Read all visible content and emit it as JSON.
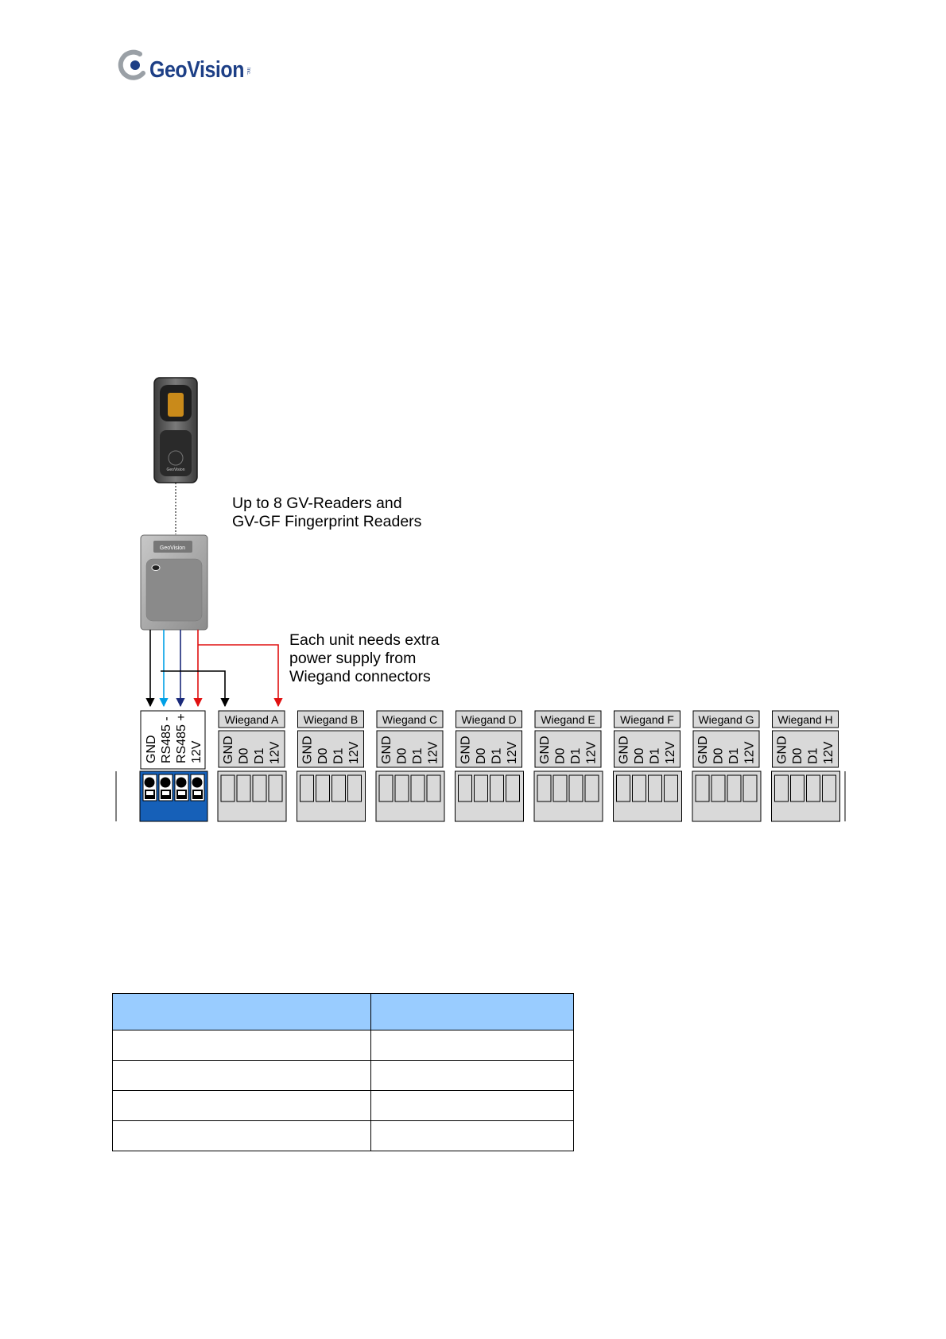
{
  "brand": {
    "logo_text": "GeoVision",
    "logo_suffix": "Inc."
  },
  "diagram": {
    "note_readers": [
      "Up to 8 GV-Readers and",
      "GV-GF Fingerprint Readers"
    ],
    "note_power": [
      "Each unit needs extra",
      "power supply from",
      "Wiegand connectors"
    ],
    "reader_top_label": "GeoVision",
    "reader_mid_label": "GeoVision",
    "rs485_pins": [
      "GND",
      "RS485 -",
      "RS485 +",
      "12V"
    ],
    "wiegand_pins": [
      "GND",
      "D0",
      "D1",
      "12V"
    ],
    "wiegand_ports": [
      "Wiegand A",
      "Wiegand B",
      "Wiegand C",
      "Wiegand D",
      "Wiegand E",
      "Wiegand F",
      "Wiegand G",
      "Wiegand H"
    ],
    "wire_colors": {
      "gnd": "#000000",
      "rs485_minus": "#00a0e6",
      "rs485_plus": "#1a2a7a",
      "power": "#e01010",
      "rs485_block": "#1660b8",
      "connector_fill": "#d9d9d9"
    }
  },
  "table": {
    "header_color": "#99ccff",
    "headers": [
      "",
      ""
    ],
    "rows": [
      [
        "",
        ""
      ],
      [
        "",
        ""
      ],
      [
        "",
        ""
      ],
      [
        "",
        ""
      ]
    ]
  }
}
